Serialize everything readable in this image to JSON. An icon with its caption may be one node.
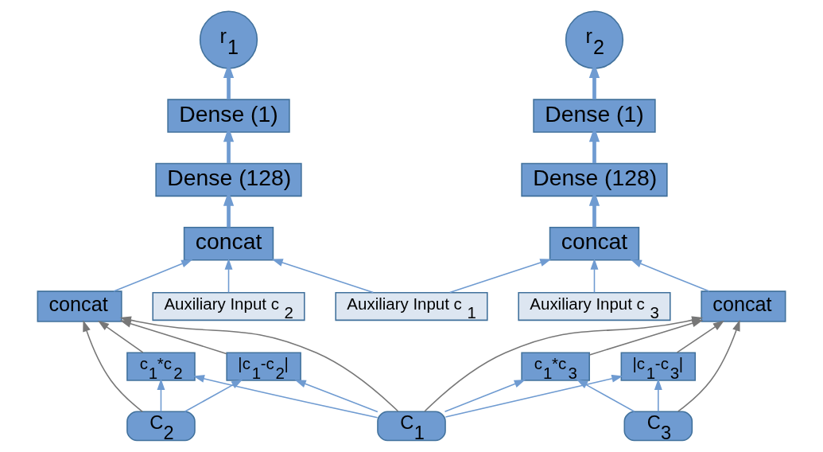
{
  "diagram": {
    "nodes": [
      {
        "text": [
          "r$_{1}$"
        ]
      },
      {
        "text": [
          "r$_{2}$"
        ]
      },
      {
        "text": [
          "Dense (1)"
        ]
      },
      {
        "text": [
          "Dense (1)"
        ]
      },
      {
        "text": [
          "Dense (128)"
        ]
      },
      {
        "text": [
          "Dense (128)"
        ]
      },
      {
        "text": [
          "concat"
        ]
      },
      {
        "text": [
          "concat"
        ]
      },
      {
        "text": [
          "Auxiliary Input c$_{2}$"
        ]
      },
      {
        "text": [
          "concat"
        ]
      },
      {
        "text": [
          "Auxiliary Input c$_{1}$"
        ]
      },
      {
        "text": [
          "concat"
        ]
      },
      {
        "text": [
          "Auxiliary Input c$_{3}$"
        ]
      },
      {
        "text": [
          "c$_{1}$*c$_{2}$"
        ]
      },
      {
        "text": [
          "|c$_{1}$-c$_{2}$|"
        ]
      },
      {
        "text": [
          "c$_{1}$*c$_{3}$"
        ]
      },
      {
        "text": [
          "|c$_{1}$-c$_{3}$|"
        ]
      },
      {
        "text": [
          "C$_{2}$"
        ]
      },
      {
        "text": [
          "C$_{1}$"
        ]
      },
      {
        "text": [
          "C$_{3}$"
        ]
      }
    ],
    "edges": [
      {
        "from": 2,
        "to": 0,
        "arrow": "to",
        "style": "thick"
      },
      {
        "from": 4,
        "to": 2,
        "arrow": "to",
        "style": "thick"
      },
      {
        "from": 6,
        "to": 4,
        "arrow": "to",
        "style": "thick"
      },
      {
        "from": 3,
        "to": 1,
        "arrow": "to",
        "style": "thick"
      },
      {
        "from": 5,
        "to": 3,
        "arrow": "to",
        "style": "thick"
      },
      {
        "from": 7,
        "to": 5,
        "arrow": "to",
        "style": "thick"
      },
      {
        "from": 8,
        "to": 6,
        "arrow": "to"
      },
      {
        "from": 9,
        "to": 6,
        "arrow": "to"
      },
      {
        "from": 10,
        "to": 6,
        "arrow": "to"
      },
      {
        "from": 10,
        "to": 7,
        "arrow": "to"
      },
      {
        "from": 11,
        "to": 7,
        "arrow": "to"
      },
      {
        "from": 12,
        "to": 7,
        "arrow": "to"
      },
      {
        "from": 13,
        "to": 9,
        "arrow": "to",
        "color": "#777777"
      },
      {
        "from": 14,
        "to": 9,
        "arrow": "to",
        "color": "#777777"
      },
      {
        "from": 15,
        "to": 11,
        "arrow": "to",
        "color": "#777777"
      },
      {
        "from": 16,
        "to": 11,
        "arrow": "to",
        "color": "#777777"
      },
      {
        "from": 17,
        "to": 9,
        "arrow": "to",
        "color": "#777777"
      },
      {
        "from": 18,
        "to": 9,
        "arrow": "to",
        "color": "#777777"
      },
      {
        "from": 18,
        "to": 11,
        "arrow": "to",
        "color": "#777777"
      },
      {
        "from": 19,
        "to": 11,
        "arrow": "to",
        "color": "#777777"
      },
      {
        "from": 17,
        "to": 13,
        "arrow": "to"
      },
      {
        "from": 17,
        "to": 14,
        "arrow": "to"
      },
      {
        "from": 18,
        "to": 13,
        "arrow": "to"
      },
      {
        "from": 18,
        "to": 14,
        "arrow": "to"
      },
      {
        "from": 18,
        "to": 15,
        "arrow": "to"
      },
      {
        "from": 18,
        "to": 16,
        "arrow": "to"
      },
      {
        "from": 19,
        "to": 15,
        "arrow": "to"
      },
      {
        "from": 19,
        "to": 16,
        "arrow": "to"
      }
    ]
  }
}
